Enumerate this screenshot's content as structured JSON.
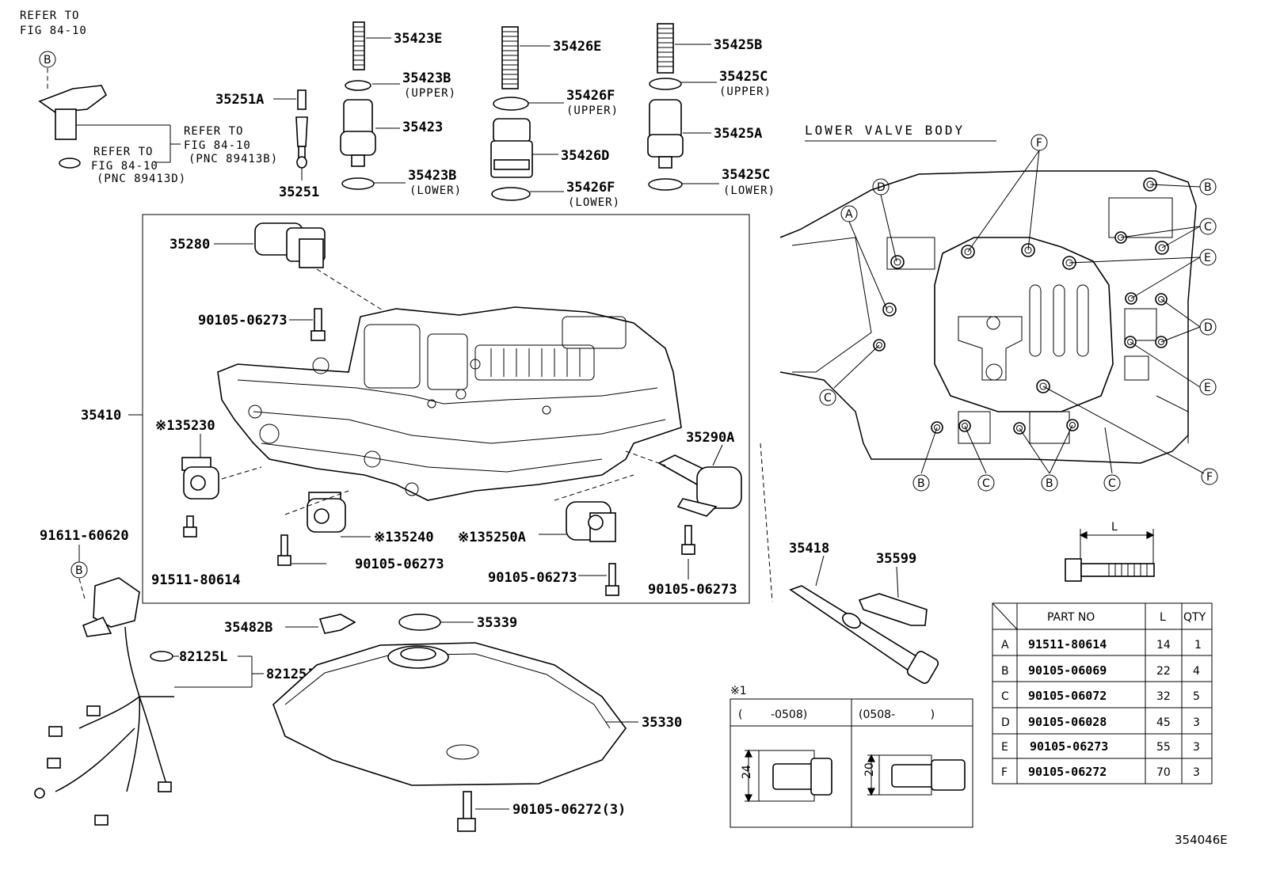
{
  "refs": {
    "refer_to": "REFER TO",
    "fig_84_10": "FIG 84-10",
    "pnc_89413b": "(PNC 89413B)",
    "pnc_89413d": "(PNC 89413D)"
  },
  "parts": {
    "p35423E": "35423E",
    "p35426E": "35426E",
    "p35425B": "35425B",
    "p35423B_u": "35423B",
    "p35426F_u": "35426F",
    "p35425C_u": "35425C",
    "upper": "(UPPER)",
    "lower": "(LOWER)",
    "p35251A": "35251A",
    "p35423": "35423",
    "p35426D": "35426D",
    "p35425A": "35425A",
    "p35251": "35251",
    "p35280": "35280",
    "b90105_06273": "90105-06273",
    "p35410": "35410",
    "p135230": "※135230",
    "p35290A": "35290A",
    "b91511_80614": "91511-80614",
    "p135240": "※135240",
    "p35250A": "※135250A",
    "p91611_60620": "91611-60620",
    "p35418": "35418",
    "p35599": "35599",
    "p35482B": "35482B",
    "p35339": "35339",
    "p82125L": "82125L",
    "p82125J": "82125J",
    "p35330": "35330",
    "b90105_06272_3": "90105-06272(3)",
    "figure_no": "354046E"
  },
  "lower_valve_body": {
    "title": "LOWER VALVE BODY",
    "callouts": [
      "A",
      "B",
      "C",
      "D",
      "E",
      "F"
    ]
  },
  "note_box": {
    "mark": "※1",
    "col1": "(        -0508)",
    "col2": "(0508-          )",
    "dim1": "24",
    "dim2": "20"
  },
  "bolt_dim": "L",
  "bolt_table": {
    "headers": [
      "",
      "PART NO",
      "L",
      "QTY"
    ],
    "rows": [
      [
        "A",
        "91511-80614",
        "14",
        "1"
      ],
      [
        "B",
        "90105-06069",
        "22",
        "4"
      ],
      [
        "C",
        "90105-06072",
        "32",
        "5"
      ],
      [
        "D",
        "90105-06028",
        "45",
        "3"
      ],
      [
        "E",
        "90105-06273",
        "55",
        "3"
      ],
      [
        "F",
        "90105-06272",
        "70",
        "3"
      ]
    ]
  }
}
